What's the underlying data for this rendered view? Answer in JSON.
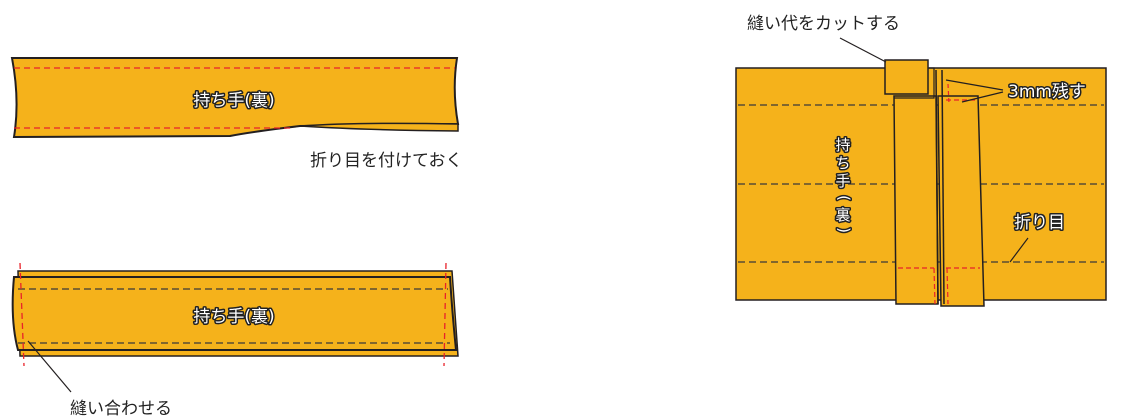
{
  "colors": {
    "fabric": "#F5B21B",
    "outline": "#231F20",
    "red_stitch": "#E8222A",
    "dash": "#3a3a3a"
  },
  "step1": {
    "strip_label": "持ち手(裏)",
    "note": "折り目を付けておく"
  },
  "step2": {
    "strip_label": "持ち手(裏)",
    "note": "縫い合わせる"
  },
  "step3": {
    "cut_note": "縫い代をカットする",
    "leave_note": "3mm残す",
    "vertical_label": "持ち手(裏)",
    "fold_note": "折り目"
  }
}
